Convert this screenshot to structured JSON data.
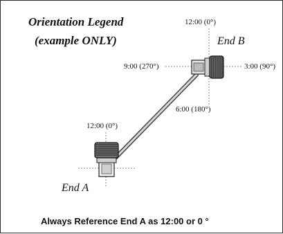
{
  "legend": {
    "title_line1": "Orientation Legend",
    "title_line2": "(example ONLY)"
  },
  "end_b": {
    "label": "End B",
    "top": "12:00 (0°)",
    "left": "9:00 (270°)",
    "right": "3:00 (90°)",
    "bottom": "6:00 (180°)"
  },
  "end_a": {
    "label": "End A",
    "top": "12:00 (0°)"
  },
  "note": "Always Reference End A  as  12:00 or 0 °"
}
